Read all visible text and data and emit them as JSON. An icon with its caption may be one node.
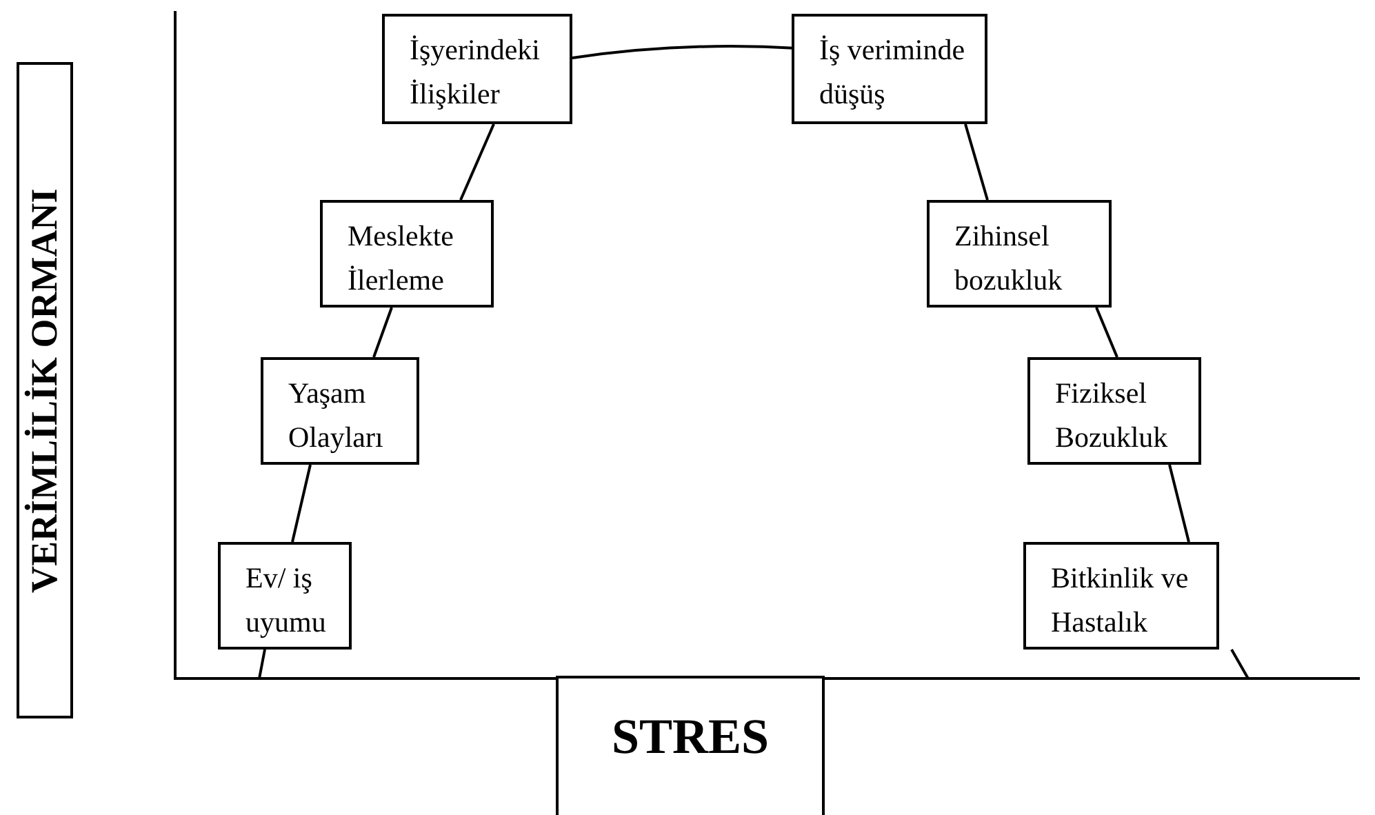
{
  "diagram": {
    "nodes": [
      {
        "text": [
          "VERİMLİLİK ORMANI"
        ]
      },
      {
        "text": [
          "STRES"
        ]
      },
      {
        "text": [
          "Ev/ iş uyumu"
        ]
      },
      {
        "text": [
          "Yaşam Olayları"
        ]
      },
      {
        "text": [
          "Meslekte İlerleme"
        ]
      },
      {
        "text": [
          "İşyerindeki İlişkiler"
        ]
      },
      {
        "text": [
          "İş veriminde düşüş"
        ]
      },
      {
        "text": [
          "Zihinsel bozukluk"
        ]
      },
      {
        "text": [
          "Fiziksel Bozukluk"
        ]
      },
      {
        "text": [
          "Bitkinlik ve Hastalık"
        ]
      }
    ],
    "edges": [
      {
        "from": null,
        "to": 2,
        "arrow": "none"
      },
      {
        "from": 2,
        "to": 3,
        "arrow": "none"
      },
      {
        "from": 3,
        "to": 4,
        "arrow": "none"
      },
      {
        "from": 4,
        "to": 5,
        "arrow": "none"
      },
      {
        "from": 5,
        "to": 6,
        "arrow": "none"
      },
      {
        "from": 6,
        "to": 7,
        "arrow": "none"
      },
      {
        "from": 7,
        "to": 8,
        "arrow": "none"
      },
      {
        "from": 8,
        "to": 9,
        "arrow": "none"
      },
      {
        "from": 9,
        "to": null,
        "arrow": "none"
      }
    ]
  }
}
